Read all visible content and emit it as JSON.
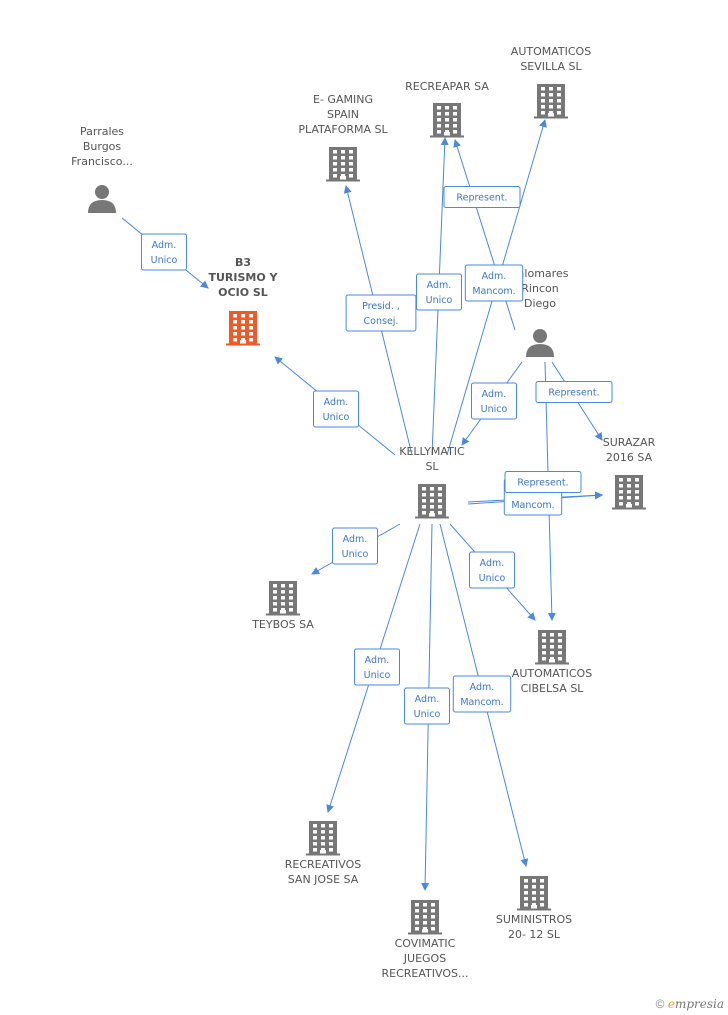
{
  "colors": {
    "edge": "#4a89dc",
    "node": "#777777",
    "focus": "#f05a28"
  },
  "nodes": [
    {
      "id": "b3",
      "type": "building",
      "focus": true,
      "lines": [
        "B3",
        "TURISMO Y",
        "OCIO  SL"
      ]
    },
    {
      "id": "parrales",
      "type": "person",
      "lines": [
        "Parrales",
        "Burgos",
        "Francisco..."
      ]
    },
    {
      "id": "egaming",
      "type": "building",
      "lines": [
        "E- GAMING",
        "SPAIN",
        "PLATAFORMA SL"
      ]
    },
    {
      "id": "recreapar",
      "type": "building",
      "lines": [
        "RECREAPAR SA"
      ]
    },
    {
      "id": "autosev",
      "type": "building",
      "lines": [
        "AUTOMATICOS",
        "SEVILLA SL"
      ]
    },
    {
      "id": "palomares",
      "type": "person",
      "lines": [
        "Palomares",
        "Rincon",
        "Diego"
      ]
    },
    {
      "id": "kelly",
      "type": "building",
      "lines": [
        "KELLYMATIC",
        "SL"
      ]
    },
    {
      "id": "surazar",
      "type": "building",
      "lines": [
        "SURAZAR",
        "2016 SA"
      ]
    },
    {
      "id": "teybos",
      "type": "building",
      "lines": [
        "TEYBOS SA"
      ]
    },
    {
      "id": "autocib",
      "type": "building",
      "lines": [
        "AUTOMATICOS",
        "CIBELSA SL"
      ]
    },
    {
      "id": "sanjose",
      "type": "building",
      "lines": [
        "RECREATIVOS",
        "SAN JOSE SA"
      ]
    },
    {
      "id": "covimatic",
      "type": "building",
      "lines": [
        "COVIMATIC",
        "JUEGOS",
        "RECREATIVOS..."
      ]
    },
    {
      "id": "suministros",
      "type": "building",
      "lines": [
        "SUMINISTROS",
        "20- 12 SL"
      ]
    }
  ],
  "edges": [
    {
      "from": "parrales",
      "to": "b3",
      "lines": [
        "Adm.",
        "Unico"
      ]
    },
    {
      "from": "kelly",
      "to": "b3",
      "lines": [
        "Adm.",
        "Unico"
      ]
    },
    {
      "from": "kelly",
      "to": "egaming",
      "lines": [
        "Presid. ,",
        "Consej."
      ]
    },
    {
      "from": "kelly",
      "to": "recreapar",
      "lines": [
        "Adm.",
        "Unico"
      ]
    },
    {
      "from": "kelly",
      "to": "autosev",
      "lines": [
        "Adm.",
        "Mancom."
      ]
    },
    {
      "from": "palomares",
      "to": "recreapar",
      "lines": [
        "Represent."
      ]
    },
    {
      "from": "palomares",
      "to": "kelly",
      "lines": [
        "Adm.",
        "Unico"
      ]
    },
    {
      "from": "palomares",
      "to": "surazar",
      "lines": [
        "Represent."
      ]
    },
    {
      "from": "kelly",
      "to": "surazar",
      "lines": [
        "Adm.",
        "Mancom."
      ]
    },
    {
      "from": "kelly",
      "to": "surazar",
      "lines": [
        "Represent."
      ]
    },
    {
      "from": "kelly",
      "to": "teybos",
      "lines": [
        "Adm.",
        "Unico"
      ]
    },
    {
      "from": "kelly",
      "to": "autocib",
      "lines": [
        "Adm.",
        "Unico"
      ]
    },
    {
      "from": "palomares",
      "to": "autocib",
      "lines": []
    },
    {
      "from": "kelly",
      "to": "sanjose",
      "lines": [
        "Adm.",
        "Unico"
      ]
    },
    {
      "from": "kelly",
      "to": "covimatic",
      "lines": [
        "Adm.",
        "Unico"
      ]
    },
    {
      "from": "kelly",
      "to": "suministros",
      "lines": [
        "Adm.",
        "Mancom."
      ]
    }
  ],
  "footer": {
    "copyright": "©",
    "brand_e": "e",
    "brand_rest": "mpresia"
  }
}
